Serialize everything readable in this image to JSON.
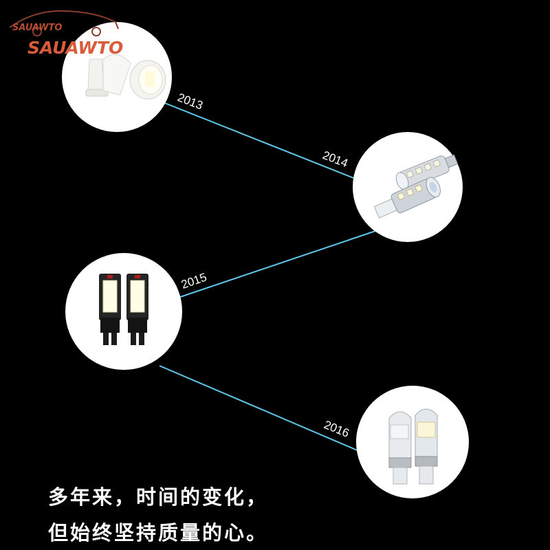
{
  "logo": {
    "top_text": "SAUAWTO",
    "main_text": "SAUAWTO"
  },
  "timeline": [
    {
      "year": "2013",
      "product": "t10-cob-led-bulb"
    },
    {
      "year": "2014",
      "product": "t10-smd-led-bulb-pair"
    },
    {
      "year": "2015",
      "product": "t10-cob-panel-bulb-pair"
    },
    {
      "year": "2016",
      "product": "t10-lens-led-bulb-pair"
    }
  ],
  "caption": {
    "line1": "多年来，时间的变化，",
    "line2": "但始终坚持质量的心。"
  },
  "colors": {
    "background": "#000000",
    "connector": "#5fc8e8",
    "circle": "#ffffff",
    "text": "#ffffff"
  }
}
